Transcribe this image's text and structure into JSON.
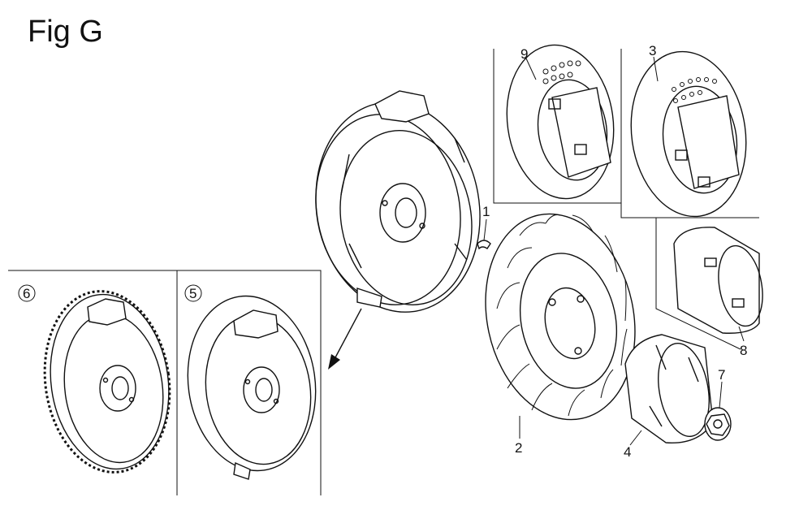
{
  "figure": {
    "title": "Fig G"
  },
  "callouts": [
    {
      "id": "1",
      "label": "1"
    },
    {
      "id": "2",
      "label": "2"
    },
    {
      "id": "3",
      "label": "3"
    },
    {
      "id": "4",
      "label": "4"
    },
    {
      "id": "5",
      "label": "5"
    },
    {
      "id": "6",
      "label": "6"
    },
    {
      "id": "7",
      "label": "7"
    },
    {
      "id": "8",
      "label": "8"
    },
    {
      "id": "9",
      "label": "9"
    }
  ]
}
